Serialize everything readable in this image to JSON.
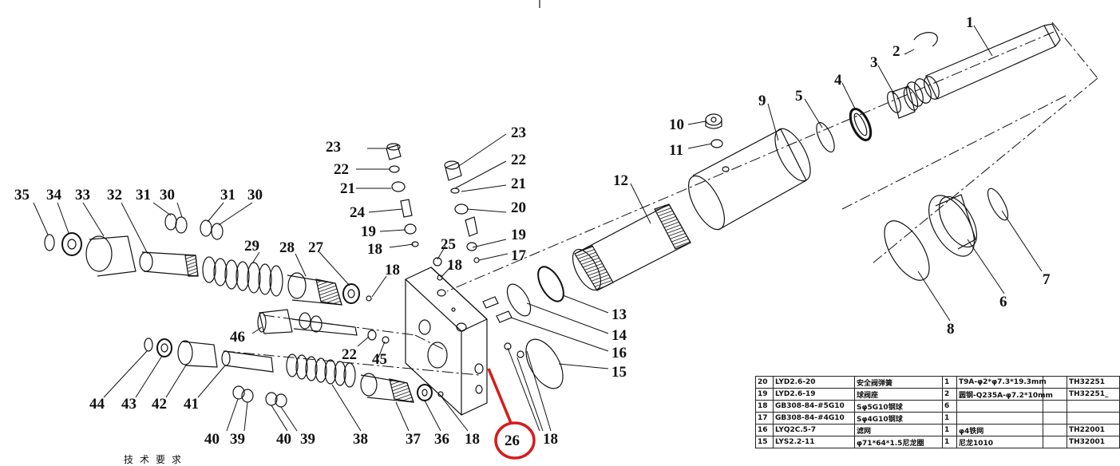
{
  "callouts": [
    {
      "id": "c1",
      "text": "1"
    },
    {
      "id": "c2",
      "text": "2"
    },
    {
      "id": "c3",
      "text": "3"
    },
    {
      "id": "c4",
      "text": "4"
    },
    {
      "id": "c5",
      "text": "5"
    },
    {
      "id": "c6",
      "text": "6"
    },
    {
      "id": "c7",
      "text": "7"
    },
    {
      "id": "c8",
      "text": "8"
    },
    {
      "id": "c9",
      "text": "9"
    },
    {
      "id": "c10",
      "text": "10"
    },
    {
      "id": "c11",
      "text": "11"
    },
    {
      "id": "c12",
      "text": "12"
    },
    {
      "id": "c13",
      "text": "13"
    },
    {
      "id": "c14",
      "text": "14"
    },
    {
      "id": "c15",
      "text": "15"
    },
    {
      "id": "c16",
      "text": "16"
    },
    {
      "id": "c17",
      "text": "17"
    },
    {
      "id": "c18a",
      "text": "18"
    },
    {
      "id": "c18b",
      "text": "18"
    },
    {
      "id": "c18c",
      "text": "18"
    },
    {
      "id": "c18d",
      "text": "18"
    },
    {
      "id": "c18e",
      "text": "18"
    },
    {
      "id": "c19a",
      "text": "19"
    },
    {
      "id": "c19b",
      "text": "19"
    },
    {
      "id": "c20",
      "text": "20"
    },
    {
      "id": "c21a",
      "text": "21"
    },
    {
      "id": "c21b",
      "text": "21"
    },
    {
      "id": "c22a",
      "text": "22"
    },
    {
      "id": "c22b",
      "text": "22"
    },
    {
      "id": "c22c",
      "text": "22"
    },
    {
      "id": "c23a",
      "text": "23"
    },
    {
      "id": "c23b",
      "text": "23"
    },
    {
      "id": "c24",
      "text": "24"
    },
    {
      "id": "c25",
      "text": "25"
    },
    {
      "id": "c26",
      "text": "26"
    },
    {
      "id": "c27",
      "text": "27"
    },
    {
      "id": "c28",
      "text": "28"
    },
    {
      "id": "c29",
      "text": "29"
    },
    {
      "id": "c30a",
      "text": "30"
    },
    {
      "id": "c30b",
      "text": "30"
    },
    {
      "id": "c31a",
      "text": "31"
    },
    {
      "id": "c31b",
      "text": "31"
    },
    {
      "id": "c32",
      "text": "32"
    },
    {
      "id": "c33",
      "text": "33"
    },
    {
      "id": "c34",
      "text": "34"
    },
    {
      "id": "c35",
      "text": "35"
    },
    {
      "id": "c36",
      "text": "36"
    },
    {
      "id": "c37",
      "text": "37"
    },
    {
      "id": "c38",
      "text": "38"
    },
    {
      "id": "c39a",
      "text": "39"
    },
    {
      "id": "c39b",
      "text": "39"
    },
    {
      "id": "c40a",
      "text": "40"
    },
    {
      "id": "c40b",
      "text": "40"
    },
    {
      "id": "c41",
      "text": "41"
    },
    {
      "id": "c42",
      "text": "42"
    },
    {
      "id": "c43",
      "text": "43"
    },
    {
      "id": "c44",
      "text": "44"
    },
    {
      "id": "c45",
      "text": "45"
    },
    {
      "id": "c46",
      "text": "46"
    }
  ],
  "bom": [
    {
      "no": "20",
      "code": "LYD2.6-20",
      "name": "安全阀弹簧",
      "qty": "1",
      "material": "T9A-φ2*φ7.3*19.3mm",
      "extra": "",
      "ref": "TH32251"
    },
    {
      "no": "19",
      "code": "LYD2.6-19",
      "name": "球阀座",
      "qty": "2",
      "material": "圆钢-Q235A-φ7.2*10mm",
      "extra": "",
      "ref": "TH32251_"
    },
    {
      "no": "18",
      "code": "GB308-84-#5G10",
      "name": "Sφ5G10钢球",
      "qty": "6",
      "material": "",
      "extra": "",
      "ref": ""
    },
    {
      "no": "17",
      "code": "GB308-84-#4G10",
      "name": "Sφ4G10钢球",
      "qty": "1",
      "material": "",
      "extra": "",
      "ref": ""
    },
    {
      "no": "16",
      "code": "LYQ2C.5-7",
      "name": "滤网",
      "qty": "1",
      "material": "φ4铁网",
      "extra": "",
      "ref": "TH22001"
    },
    {
      "no": "15",
      "code": "LYS2.2-11",
      "name": "φ71*64*1.5尼龙圈",
      "qty": "1",
      "material": "尼龙1010",
      "extra": "",
      "ref": "TH32001"
    }
  ],
  "tech_requirements": "技术要求",
  "colors": {
    "line": "#111111",
    "highlight": "#d81b1b"
  }
}
